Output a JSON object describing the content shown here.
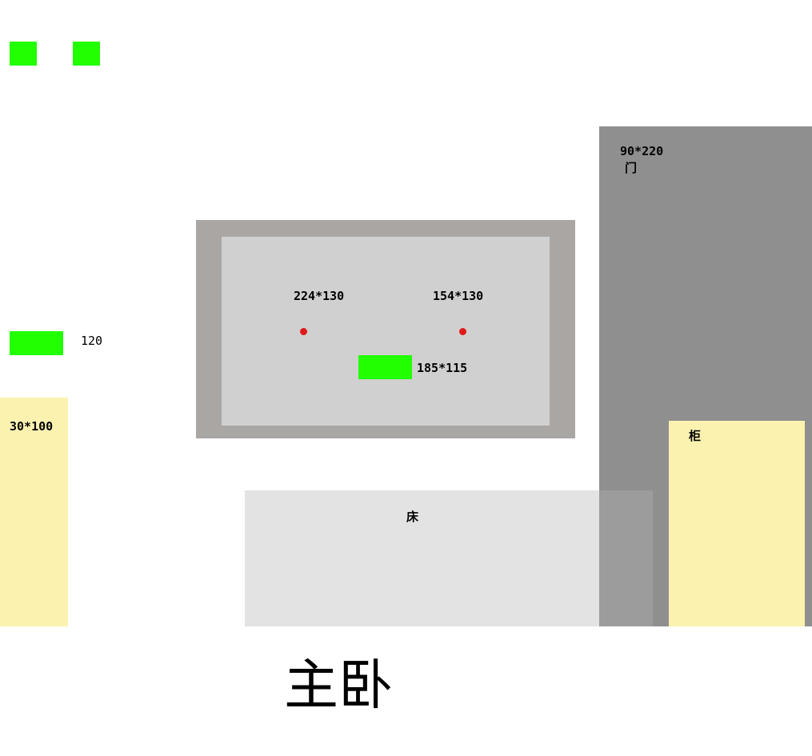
{
  "title": "主卧",
  "colors": {
    "green_marker": "#22ff00",
    "door_area": "#8f8f8f",
    "cabinet": "#fbf2b0",
    "bed": "#e3e3e3",
    "bed_door_overlap": "#9c9c9c",
    "tv_frame": "#aaa6a4",
    "tv_inner": "#d0d0d0",
    "red_dot": "#e0191b"
  },
  "door": {
    "size": "90*220",
    "label": "门"
  },
  "wall_panel": {
    "left_label": "224*130",
    "right_label": "154*130",
    "center_marker_label": "185*115"
  },
  "left_marker": {
    "label": "120"
  },
  "left_cabinet": {
    "label": "30*100"
  },
  "right_cabinet": {
    "label": "柜"
  },
  "bed": {
    "label": "床"
  }
}
